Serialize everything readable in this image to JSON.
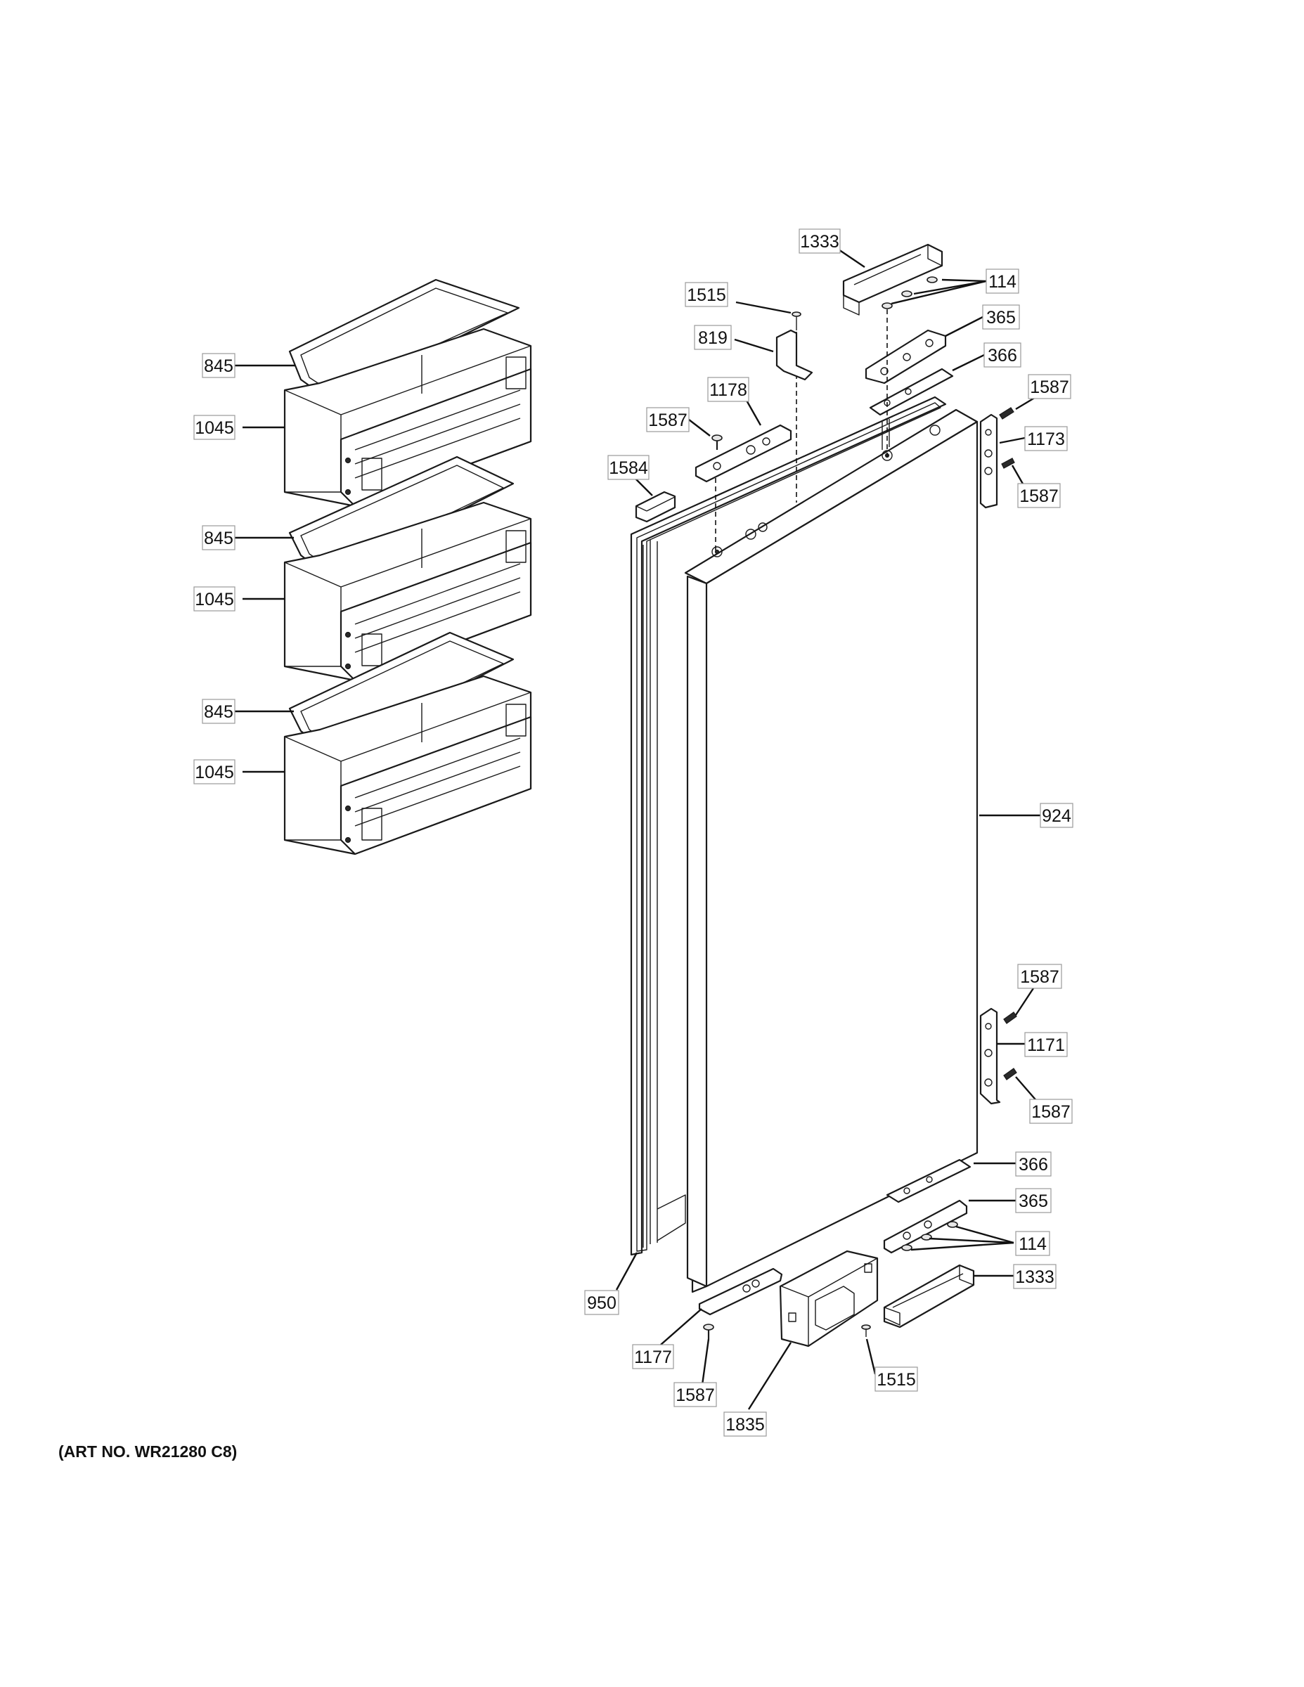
{
  "art_number": "(ART NO. WR21280 C8)",
  "callouts": [
    {
      "id": "c-845-a",
      "label": "845"
    },
    {
      "id": "c-1045-a",
      "label": "1045"
    },
    {
      "id": "c-845-b",
      "label": "845"
    },
    {
      "id": "c-1045-b",
      "label": "1045"
    },
    {
      "id": "c-845-c",
      "label": "845"
    },
    {
      "id": "c-1045-c",
      "label": "1045"
    },
    {
      "id": "c-1333-top",
      "label": "1333"
    },
    {
      "id": "c-114-top",
      "label": "114"
    },
    {
      "id": "c-1515-top",
      "label": "1515"
    },
    {
      "id": "c-365-top",
      "label": "365"
    },
    {
      "id": "c-819",
      "label": "819"
    },
    {
      "id": "c-366-top",
      "label": "366"
    },
    {
      "id": "c-1178",
      "label": "1178"
    },
    {
      "id": "c-1587-a",
      "label": "1587"
    },
    {
      "id": "c-1587-b",
      "label": "1587"
    },
    {
      "id": "c-1173",
      "label": "1173"
    },
    {
      "id": "c-1587-c",
      "label": "1587"
    },
    {
      "id": "c-1584",
      "label": "1584"
    },
    {
      "id": "c-924",
      "label": "924"
    },
    {
      "id": "c-1587-d",
      "label": "1587"
    },
    {
      "id": "c-1171",
      "label": "1171"
    },
    {
      "id": "c-1587-e",
      "label": "1587"
    },
    {
      "id": "c-366-bot",
      "label": "366"
    },
    {
      "id": "c-365-bot",
      "label": "365"
    },
    {
      "id": "c-114-bot",
      "label": "114"
    },
    {
      "id": "c-1333-bot",
      "label": "1333"
    },
    {
      "id": "c-950",
      "label": "950"
    },
    {
      "id": "c-1177",
      "label": "1177"
    },
    {
      "id": "c-1587-f",
      "label": "1587"
    },
    {
      "id": "c-1515-bot",
      "label": "1515"
    },
    {
      "id": "c-1835",
      "label": "1835"
    }
  ]
}
